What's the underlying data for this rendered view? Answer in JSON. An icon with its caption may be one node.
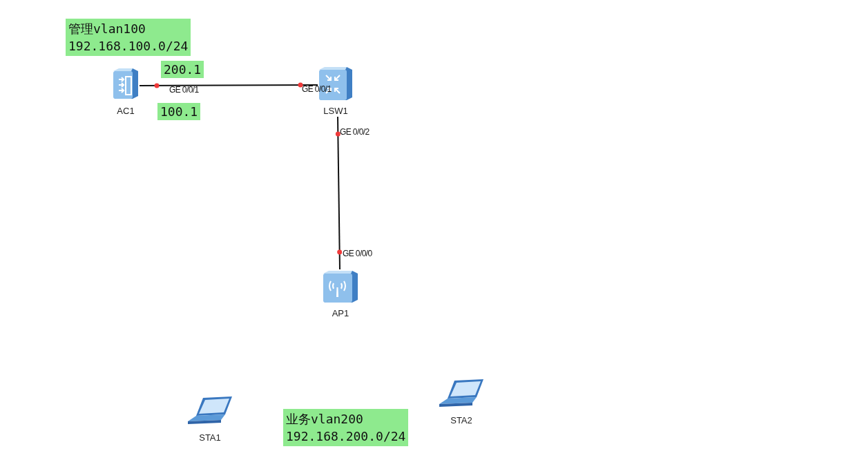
{
  "diagram": {
    "nodes": [
      {
        "text": [
          "AC1"
        ]
      },
      {
        "text": [
          "LSW1"
        ]
      },
      {
        "text": [
          "AP1"
        ]
      },
      {
        "text": [
          "STA1"
        ]
      },
      {
        "text": [
          "STA2"
        ]
      }
    ],
    "edges": [
      {
        "from": 0,
        "to": 1,
        "arrow": "other"
      },
      {
        "from": 1,
        "to": 2,
        "arrow": "other"
      }
    ],
    "labels": [
      "管理vlan100",
      "192.168.100.0/24",
      "200.1",
      "GE 0/0/1",
      "GE 0/0/1",
      "100.1",
      "GE 0/0/2",
      "GE 0/0/0",
      "业务vlan200",
      "192.168.200.0/24"
    ]
  }
}
